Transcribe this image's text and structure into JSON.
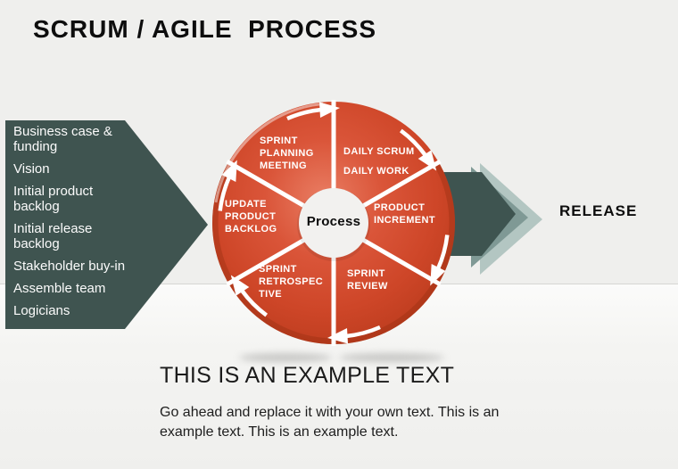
{
  "title": "SCRUM / AGILE  PROCESS",
  "left_panel": {
    "items": [
      "Business case &\nfunding",
      "Vision",
      "Initial product\nbacklog",
      "Initial release\nbacklog",
      "Stakeholder buy-in",
      "Assemble team",
      "Logicians"
    ]
  },
  "wheel": {
    "center": "Process",
    "segments": [
      "SPRINT\nPLANNING\nMEETING",
      "DAILY SCRUM\nDAILY WORK",
      "PRODUCT\nINCREMENT",
      "SPRINT\nREVIEW",
      "SPRINT\nRETROSPEC\nTIVE",
      "UPDATE\nPRODUCT\nBACKLOG"
    ]
  },
  "release": {
    "label": "RELEASE"
  },
  "example": {
    "heading": "THIS IS AN EXAMPLE TEXT",
    "body": "Go ahead and replace it with your own text. This is an\nexample text. This is an example text."
  },
  "colors": {
    "panel": "#3f5450",
    "chevron_dark": "#3e5450",
    "chevron_mid": "#7f9995",
    "chevron_light": "#b3c6c2",
    "wheel_light": "#e97d63",
    "wheel_mid": "#da5539",
    "wheel_deep": "#ce4628",
    "wheel_rim": "#bc3c1e",
    "center_fill": "#f2f1ef"
  }
}
